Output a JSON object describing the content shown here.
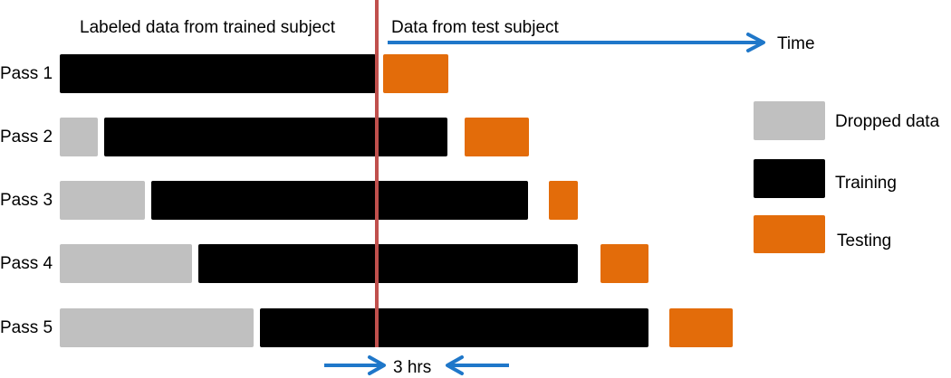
{
  "header": {
    "left_label": "Labeled data from trained subject",
    "right_label": "Data from test subject",
    "time_label": "Time"
  },
  "passes": [
    {
      "label": "Pass 1",
      "segments": [
        {
          "kind": "training"
        },
        {
          "kind": "testing"
        }
      ]
    },
    {
      "label": "Pass 2",
      "segments": [
        {
          "kind": "dropped"
        },
        {
          "kind": "training"
        },
        {
          "kind": "testing"
        }
      ]
    },
    {
      "label": "Pass 3",
      "segments": [
        {
          "kind": "dropped"
        },
        {
          "kind": "training"
        },
        {
          "kind": "testing"
        }
      ]
    },
    {
      "label": "Pass 4",
      "segments": [
        {
          "kind": "dropped"
        },
        {
          "kind": "training"
        },
        {
          "kind": "testing"
        }
      ]
    },
    {
      "label": "Pass 5",
      "segments": [
        {
          "kind": "dropped"
        },
        {
          "kind": "training"
        },
        {
          "kind": "testing"
        }
      ]
    }
  ],
  "legend": [
    {
      "kind": "dropped",
      "label": "Dropped data"
    },
    {
      "kind": "training",
      "label": "Training"
    },
    {
      "kind": "testing",
      "label": "Testing"
    }
  ],
  "footer": {
    "interval_label": "3 hrs"
  },
  "colors": {
    "dropped": "#c0c0c0",
    "training": "#000000",
    "testing": "#e36c0a",
    "divider": "#c0504d",
    "arrow": "#1f77c9"
  }
}
